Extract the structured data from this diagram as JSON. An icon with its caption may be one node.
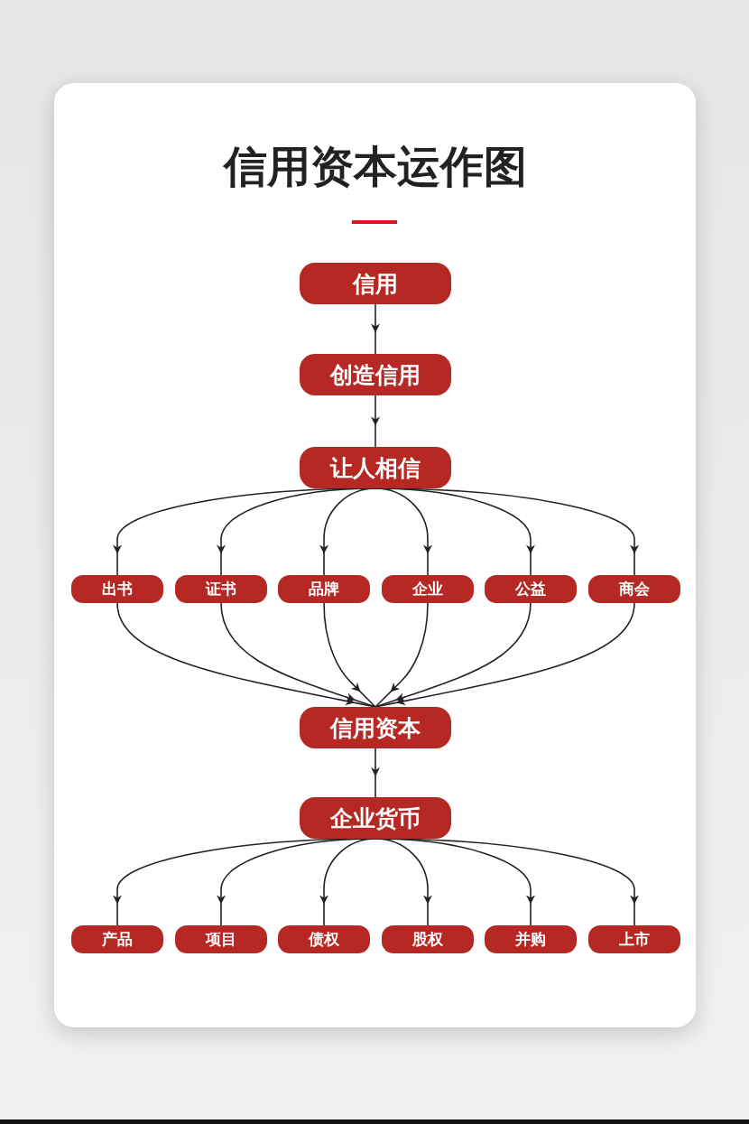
{
  "diagram": {
    "title": "信用资本运作图",
    "nodes": [
      {
        "text": [
          "信用"
        ]
      },
      {
        "text": [
          "创造信用"
        ]
      },
      {
        "text": [
          "让人相信"
        ]
      },
      {
        "text": [
          "出书"
        ]
      },
      {
        "text": [
          "证书"
        ]
      },
      {
        "text": [
          "品牌"
        ]
      },
      {
        "text": [
          "企业"
        ]
      },
      {
        "text": [
          "公益"
        ]
      },
      {
        "text": [
          "商会"
        ]
      },
      {
        "text": [
          "信用资本"
        ]
      },
      {
        "text": [
          "企业货币"
        ]
      },
      {
        "text": [
          "产品"
        ]
      },
      {
        "text": [
          "项目"
        ]
      },
      {
        "text": [
          "债权"
        ]
      },
      {
        "text": [
          "股权"
        ]
      },
      {
        "text": [
          "并购"
        ]
      },
      {
        "text": [
          "上市"
        ]
      }
    ],
    "edges": [
      {
        "from": 0,
        "to": 1,
        "arrow": "to"
      },
      {
        "from": 1,
        "to": 2,
        "arrow": "to"
      },
      {
        "from": 2,
        "to": 3,
        "arrow": "to"
      },
      {
        "from": 2,
        "to": 4,
        "arrow": "to"
      },
      {
        "from": 2,
        "to": 5,
        "arrow": "to"
      },
      {
        "from": 2,
        "to": 6,
        "arrow": "to"
      },
      {
        "from": 2,
        "to": 7,
        "arrow": "to"
      },
      {
        "from": 2,
        "to": 8,
        "arrow": "to"
      },
      {
        "from": 3,
        "to": 9,
        "arrow": "to"
      },
      {
        "from": 4,
        "to": 9,
        "arrow": "to"
      },
      {
        "from": 5,
        "to": 9,
        "arrow": "to"
      },
      {
        "from": 6,
        "to": 9,
        "arrow": "to"
      },
      {
        "from": 7,
        "to": 9,
        "arrow": "to"
      },
      {
        "from": 8,
        "to": 9,
        "arrow": "to"
      },
      {
        "from": 9,
        "to": 10,
        "arrow": "to"
      },
      {
        "from": 10,
        "to": 11,
        "arrow": "to"
      },
      {
        "from": 10,
        "to": 12,
        "arrow": "to"
      },
      {
        "from": 10,
        "to": 13,
        "arrow": "to"
      },
      {
        "from": 10,
        "to": 14,
        "arrow": "to"
      },
      {
        "from": 10,
        "to": 15,
        "arrow": "to"
      },
      {
        "from": 10,
        "to": 16,
        "arrow": "to"
      }
    ]
  }
}
